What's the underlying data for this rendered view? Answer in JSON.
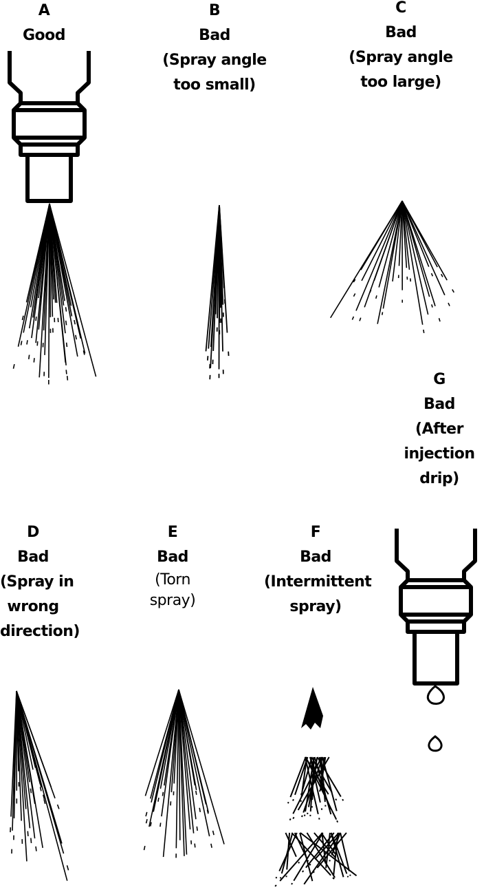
{
  "panels": [
    {
      "letter": "A",
      "rating": "Good",
      "desc": []
    },
    {
      "letter": "B",
      "rating": "Bad",
      "desc": [
        "(Spray angle",
        "too small)"
      ]
    },
    {
      "letter": "C",
      "rating": "Bad",
      "desc": [
        "(Spray angle",
        "too large)"
      ]
    },
    {
      "letter": "G",
      "rating": "Bad",
      "desc": [
        "(After",
        "injection",
        "drip)"
      ]
    },
    {
      "letter": "D",
      "rating": "Bad",
      "desc": [
        "(Spray in",
        "wrong",
        "direction)"
      ]
    },
    {
      "letter": "E",
      "rating": "Bad",
      "desc": [
        "(Torn",
        "spray)"
      ]
    },
    {
      "letter": "F",
      "rating": "Bad",
      "desc": [
        "(Intermittent",
        "spray)"
      ]
    }
  ]
}
